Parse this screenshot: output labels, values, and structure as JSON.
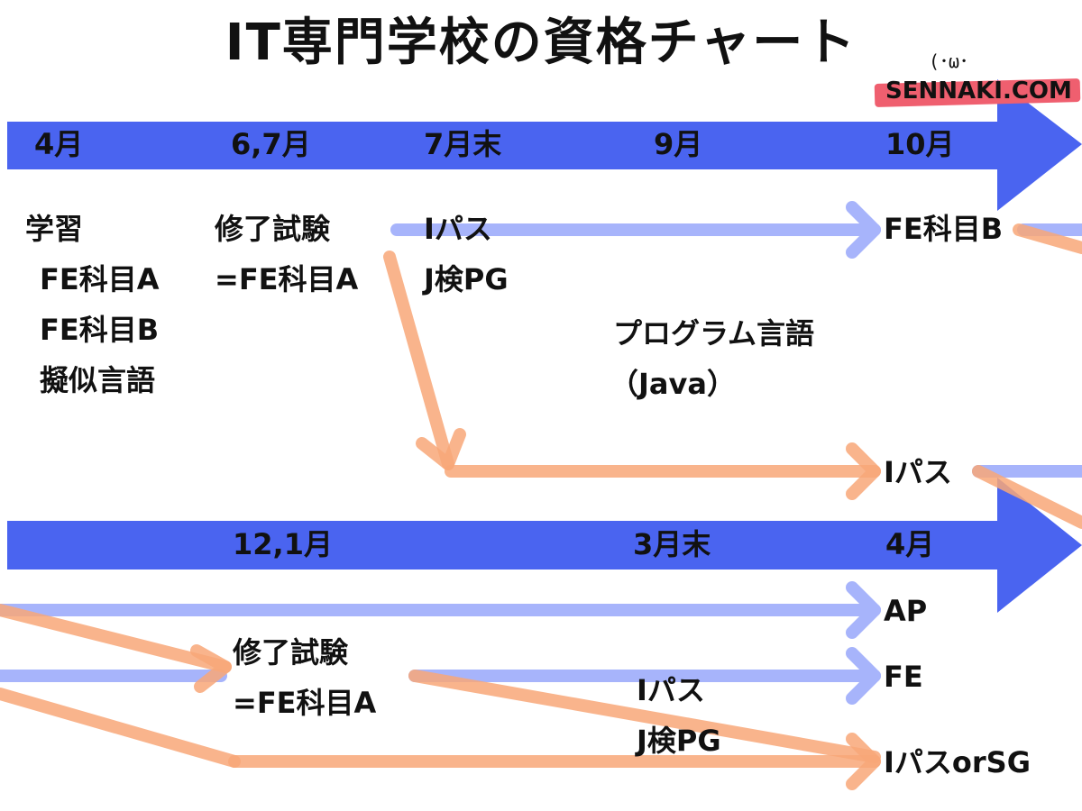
{
  "title": "IT専門学校の資格チャート",
  "watermark": "SENNAKI.COM",
  "mascot": "(･ω･",
  "colors": {
    "timeline_blue": "#4a64f0",
    "flow_light_blue": "#a7b4fb",
    "flow_orange": "#f8b088",
    "logo_band": "#ef5f6f"
  },
  "timeline1": {
    "months": [
      "4月",
      "6,7月",
      "7月末",
      "9月",
      "10月"
    ]
  },
  "timeline2": {
    "months": [
      "12,1月",
      "3月末",
      "4月"
    ]
  },
  "labels": {
    "study_head": "学習",
    "study_1": "FE科目A",
    "study_2": "FE科目B",
    "study_3": "擬似言語",
    "exam1_a": "修了試験",
    "exam1_b": "=FE科目A",
    "ipass_jpg_a": "Iパス",
    "ipass_jpg_b": "J検PG",
    "prog_a": "プログラム言語",
    "prog_b": "（Java）",
    "fe_b": "FE科目B",
    "ipass_mid": "Iパス",
    "exam2_a": "修了試験",
    "exam2_b": "=FE科目A",
    "ipass2_a": "Iパス",
    "ipass2_b": "J検PG",
    "ap": "AP",
    "fe": "FE",
    "ipass_or_sg": "IパスorSG"
  }
}
